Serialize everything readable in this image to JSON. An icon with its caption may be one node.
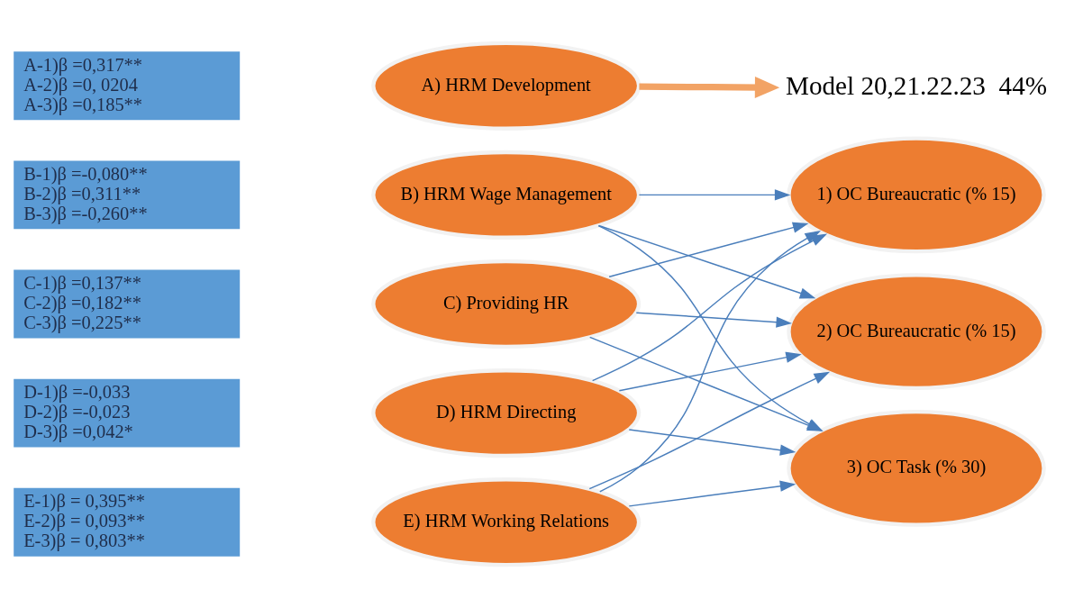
{
  "diagram": {
    "nodes": [
      {
        "text": [
          "A-1)β =0,317**",
          "A-2)β =0, 0204",
          "A-3)β =0,185**"
        ]
      },
      {
        "text": [
          "B-1)β =-0,080**",
          "B-2)β =0,311**",
          "B-3)β =-0,260**"
        ]
      },
      {
        "text": [
          "C-1)β =0,137**",
          "C-2)β =0,182**",
          "C-3)β =0,225**"
        ]
      },
      {
        "text": [
          "D-1)β =-0,033",
          "D-2)β =-0,023",
          "D-3)β =0,042*"
        ]
      },
      {
        "text": [
          "E-1)β = 0,395**",
          "E-2)β = 0,093**",
          "E-3)β = 0,803**"
        ]
      },
      {
        "text": [
          "A) HRM Development"
        ]
      },
      {
        "text": [
          "B) HRM Wage Management"
        ]
      },
      {
        "text": [
          "C) Providing HR"
        ]
      },
      {
        "text": [
          "D) HRM Directing"
        ]
      },
      {
        "text": [
          "E) HRM Working Relations"
        ]
      },
      {
        "text": [
          "Model 20,21.22.23  44%"
        ]
      },
      {
        "text": [
          "1) OC Bureaucratic (% 15)"
        ]
      },
      {
        "text": [
          "2) OC Bureaucratic (% 15)"
        ]
      },
      {
        "text": [
          "3) OC Task (% 30)"
        ]
      }
    ],
    "edges": [
      {
        "from": 5,
        "to": 10,
        "arrow": "to",
        "style": "thick",
        "color": "#f2a365"
      },
      {
        "from": 6,
        "to": 11,
        "arrow": "to"
      },
      {
        "from": 6,
        "to": 12,
        "arrow": "to"
      },
      {
        "from": 6,
        "to": 13,
        "arrow": "to"
      },
      {
        "from": 7,
        "to": 11,
        "arrow": "to"
      },
      {
        "from": 7,
        "to": 12,
        "arrow": "to"
      },
      {
        "from": 7,
        "to": 13,
        "arrow": "to"
      },
      {
        "from": 8,
        "to": 11,
        "arrow": "to"
      },
      {
        "from": 8,
        "to": 12,
        "arrow": "to"
      },
      {
        "from": 8,
        "to": 13,
        "arrow": "to"
      },
      {
        "from": 9,
        "to": 11,
        "arrow": "to"
      },
      {
        "from": 9,
        "to": 12,
        "arrow": "to"
      },
      {
        "from": 9,
        "to": 13,
        "arrow": "to"
      }
    ]
  }
}
